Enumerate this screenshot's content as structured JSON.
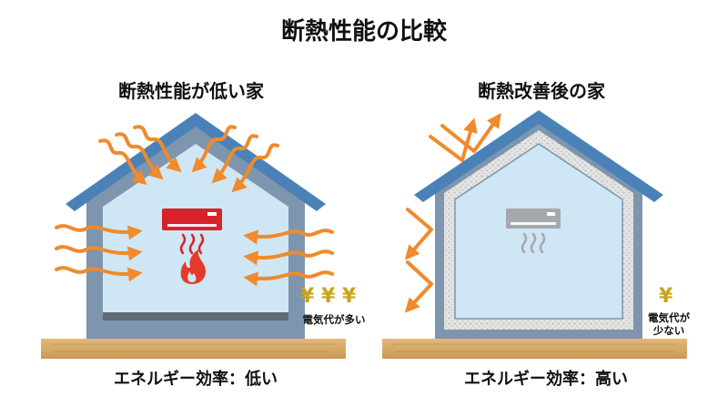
{
  "title": "断熱性能の比較",
  "left_house": {
    "label": "断熱性能が低い家",
    "yen_marks": "¥ ¥ ¥",
    "cost_label": "電気代が多い",
    "efficiency_label": "エネルギー効率：低い"
  },
  "right_house": {
    "label": "断熱改善後の家",
    "yen_marks": "¥",
    "cost_label_line1": "電気代が",
    "cost_label_line2": "少ない",
    "efficiency_label": "エネルギー効率：高い"
  },
  "colors": {
    "roof": "#4a82b8",
    "wall": "#7d95ad",
    "interior": "#cfe6f4",
    "arrow": "#f08a2c",
    "ac_unit_hot": "#d8222b",
    "ac_unit_cool": "#a5a8ad",
    "flame": "#e43a2a",
    "insulation": "#d8d8d8",
    "ground": "#d7ac6b",
    "yen": "#c8a51e"
  },
  "icons": [
    "air-conditioner-icon",
    "flame-icon",
    "heat-arrow-icon",
    "yen-icon"
  ]
}
